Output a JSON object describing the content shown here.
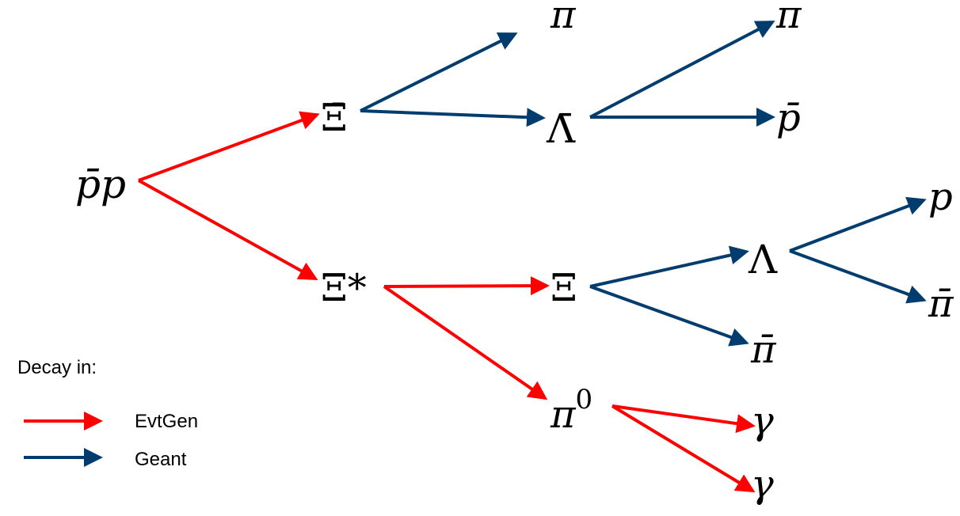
{
  "colors": {
    "evtgen": "#ff0000",
    "geant": "#003c6e"
  },
  "nodes": {
    "initial": "p̄p",
    "xi_bar": "Ξ̄",
    "pi_top": "π",
    "lambda_bar": "Λ̄",
    "pi_top_right": "π",
    "p_bar": "p̄",
    "xi_star": "Ξ*",
    "xi": "Ξ",
    "lambda": "Λ",
    "p": "p",
    "pi_bar_right": "π̄",
    "pi_bar_mid": "π̄",
    "pi0": "π",
    "pi0_sup": "0",
    "gamma1": "γ",
    "gamma2": "γ"
  },
  "legend": {
    "title": "Decay in:",
    "items": [
      {
        "label": "EvtGen",
        "color": "#ff0000"
      },
      {
        "label": "Geant",
        "color": "#003c6e"
      }
    ]
  }
}
